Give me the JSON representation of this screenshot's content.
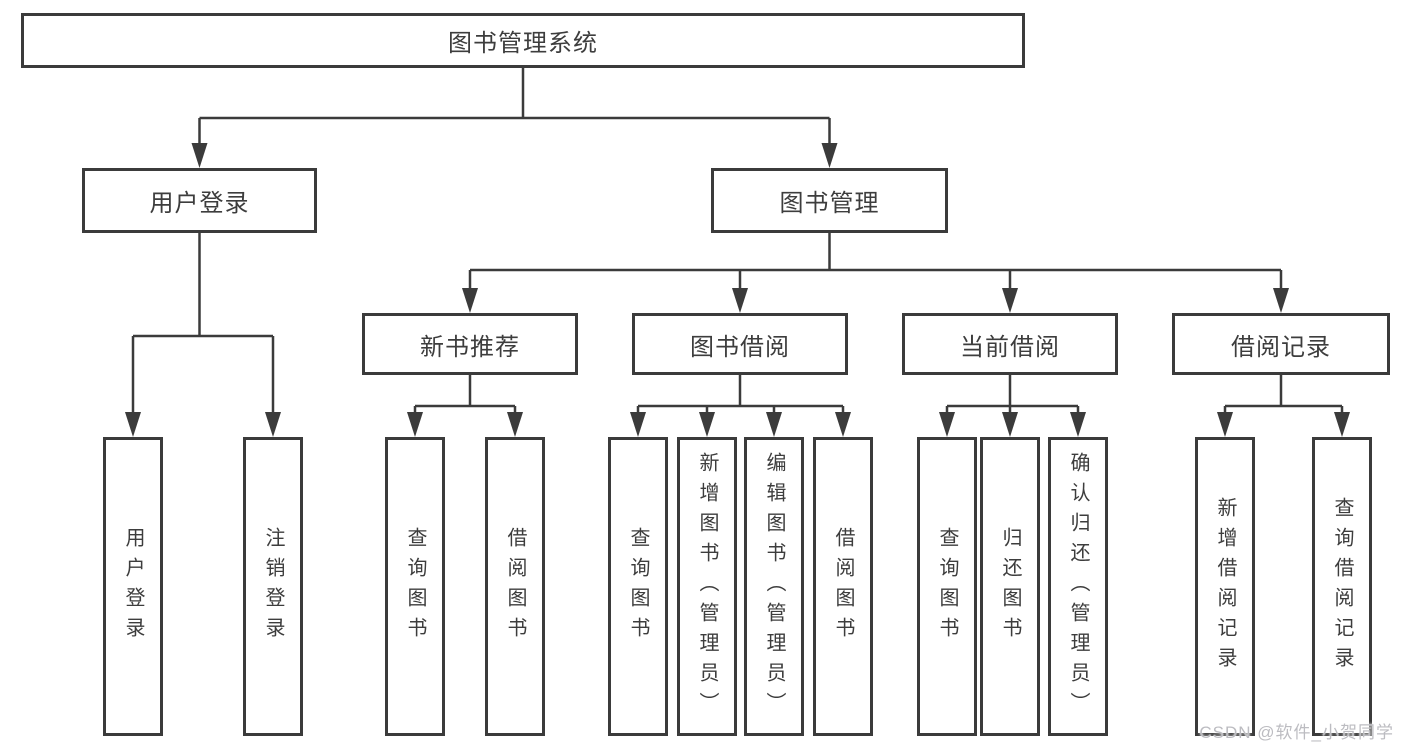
{
  "diagram": {
    "root": {
      "label": "图书管理系统"
    },
    "level2": {
      "user_login": {
        "label": "用户登录"
      },
      "book_mgmt": {
        "label": "图书管理"
      }
    },
    "level3": {
      "new_books": {
        "label": "新书推荐"
      },
      "book_borrow": {
        "label": "图书借阅"
      },
      "current_borrow": {
        "label": "当前借阅"
      },
      "borrow_records": {
        "label": "借阅记录"
      }
    },
    "leaves": {
      "user_login": [
        "用户登录",
        "注销登录"
      ],
      "new_books": [
        "查询图书",
        "借阅图书"
      ],
      "book_borrow": [
        "查询图书",
        "新增图书（管理员）",
        "编辑图书（管理员）",
        "借阅图书"
      ],
      "current_borrow": [
        "查询图书",
        "归还图书",
        "确认归还（管理员）"
      ],
      "borrow_records": [
        "新增借阅记录",
        "查询借阅记录"
      ]
    }
  },
  "watermark": {
    "text": "CSDN @软件_小贺同学"
  },
  "colors": {
    "line": "#3b3b3b",
    "text": "#3d3d3d",
    "background": "#ffffff",
    "watermark": "#b8b8be"
  }
}
